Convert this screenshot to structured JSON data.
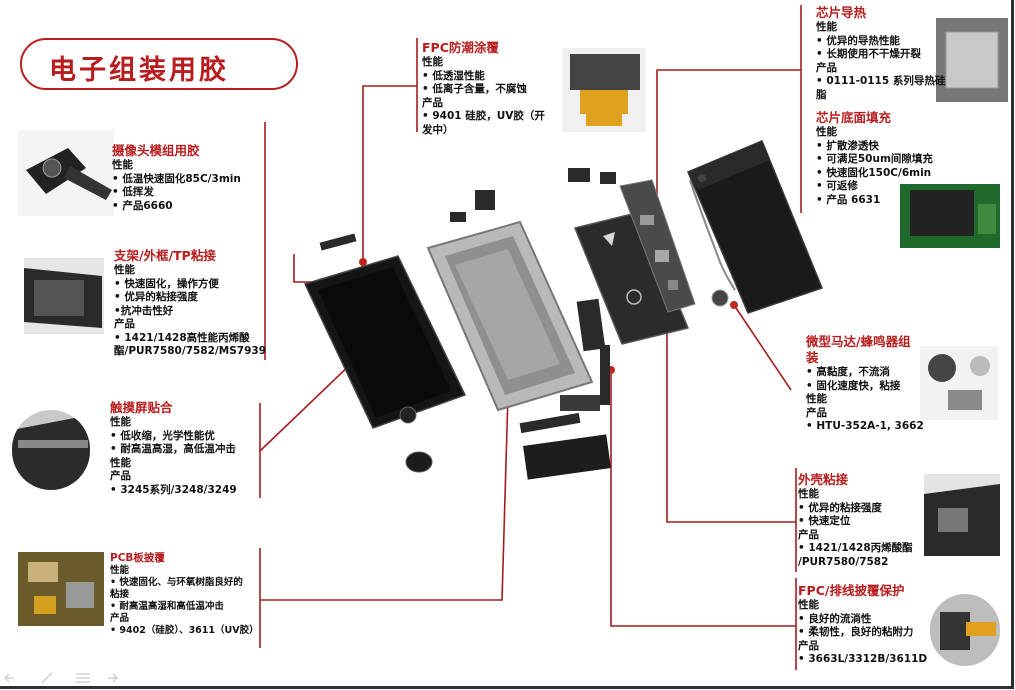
{
  "title": "电子组装用胶",
  "colors": {
    "accent": "#b91c1c",
    "line": "#a11d1d"
  },
  "callouts": {
    "camera": {
      "heading": "摄像头模组用胶",
      "lines": [
        "性能",
        "• 低温快速固化85C/3min",
        "• 低挥发",
        "• 产品6660"
      ]
    },
    "bracket": {
      "heading": "支架/外框/TP粘接",
      "lines": [
        "性能",
        "• 快速固化，操作方便",
        "• 优异的粘接强度",
        "•抗冲击性好",
        "产品",
        "• 1421/1428高性能丙烯酸",
        "酯/PUR7580/7582/MS7939"
      ]
    },
    "touch": {
      "heading": "触摸屏贴合",
      "lines": [
        "性能",
        "• 低收缩，光学性能优",
        "• 耐高温高湿，高低温冲击",
        "性能",
        "产品",
        "• 3245系列/3248/3249"
      ]
    },
    "pcb": {
      "heading": "PCB板披覆",
      "lines": [
        "性能",
        "• 快速固化、与环氧树脂良好的",
        "粘接",
        "• 耐高温高湿和高低温冲击",
        "产品",
        "• 9402（硅胶）、3611（UV胶）"
      ]
    },
    "fpc_coating": {
      "heading": "FPC防潮涂覆",
      "lines": [
        "性能",
        "• 低透湿性能",
        "• 低离子含量，不腐蚀",
        "产品",
        "• 9401 硅胶，UV胶（开",
        "发中）"
      ]
    },
    "chip_thermal": {
      "heading": "芯片导热",
      "lines": [
        "性能",
        "• 优异的导热性能",
        "• 长期使用不干燥开裂",
        "产品",
        "• 0111-0115 系列导热硅",
        "脂"
      ]
    },
    "underfill": {
      "heading": "芯片底面填充",
      "lines": [
        "性能",
        "• 扩散渗透快",
        "• 可满足50um间隙填充",
        "• 快速固化150C/6min",
        "• 可返修",
        "• 产品 6631"
      ]
    },
    "motor": {
      "heading": "微型马达/蜂鸣器组",
      "heading2": "装",
      "lines": [
        "• 高黏度，不流淌",
        "• 固化速度快，粘接",
        "性能",
        "产品",
        "• HTU-352A-1, 3662"
      ]
    },
    "housing": {
      "heading": "外壳粘接",
      "lines": [
        "性能",
        "• 优异的粘接强度",
        "• 快速定位",
        "产品",
        "• 1421/1428丙烯酸酯",
        "/PUR7580/7582"
      ]
    },
    "fpc_protect": {
      "heading": "FPC/排线披覆保护",
      "lines": [
        "性能",
        "• 良好的流淌性",
        "• 柔韧性，良好的粘附力",
        "产品",
        "• 3663L/3312B/3611D"
      ]
    }
  }
}
